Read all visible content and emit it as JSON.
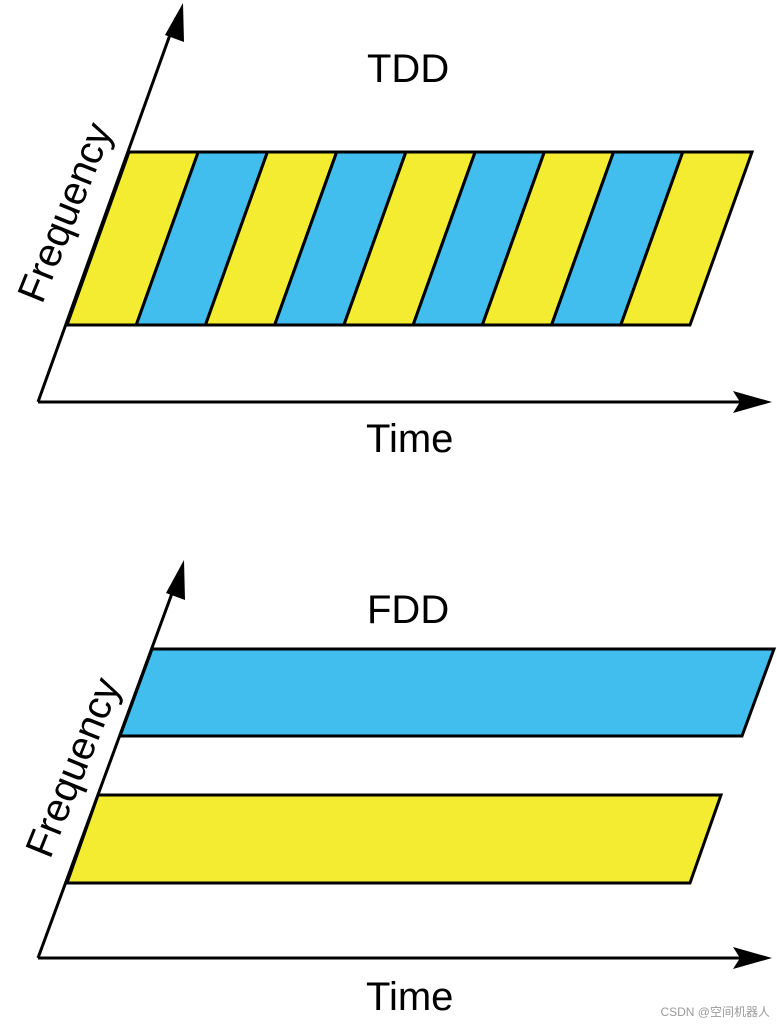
{
  "colors": {
    "yellow": "#f3ec30",
    "blue": "#41bdee",
    "stroke": "#000000"
  },
  "tdd": {
    "title": "TDD",
    "y_axis_label": "Frequency",
    "x_axis_label": "Time",
    "slot_pattern": [
      "yellow",
      "blue",
      "yellow",
      "blue",
      "yellow",
      "blue",
      "yellow",
      "blue",
      "yellow"
    ]
  },
  "fdd": {
    "title": "FDD",
    "y_axis_label": "Frequency",
    "x_axis_label": "Time",
    "band_pattern": [
      "blue",
      "yellow"
    ]
  },
  "watermark": "CSDN @空间机器人"
}
